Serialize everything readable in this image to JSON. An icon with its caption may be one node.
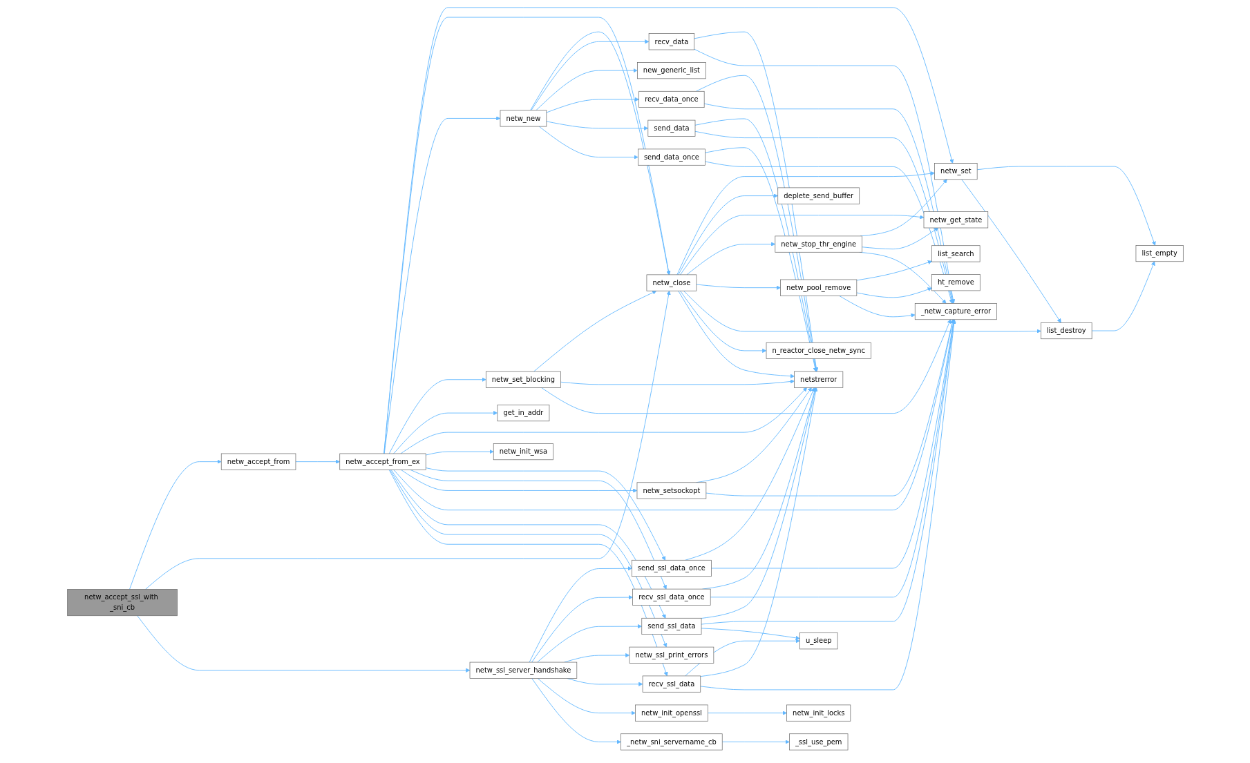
{
  "diagram": {
    "nodes": [
      {
        "text": [
          "netw_accept_ssl_with _sni_cb"
        ]
      },
      {
        "text": [
          "netw_accept_from"
        ]
      },
      {
        "text": [
          "netw_accept_from_ex"
        ]
      },
      {
        "text": [
          "netw_new"
        ]
      },
      {
        "text": [
          "netw_set_blocking"
        ]
      },
      {
        "text": [
          "get_in_addr"
        ]
      },
      {
        "text": [
          "netw_init_wsa"
        ]
      },
      {
        "text": [
          "netw_ssl_server_handshake"
        ]
      },
      {
        "text": [
          "netw_close"
        ]
      },
      {
        "text": [
          "recv_data"
        ]
      },
      {
        "text": [
          "new_generic_list"
        ]
      },
      {
        "text": [
          "recv_data_once"
        ]
      },
      {
        "text": [
          "send_data"
        ]
      },
      {
        "text": [
          "send_data_once"
        ]
      },
      {
        "text": [
          "send_ssl_data_once"
        ]
      },
      {
        "text": [
          "recv_ssl_data_once"
        ]
      },
      {
        "text": [
          "netw_setsockopt"
        ]
      },
      {
        "text": [
          "send_ssl_data"
        ]
      },
      {
        "text": [
          "netw_ssl_print_errors"
        ]
      },
      {
        "text": [
          "recv_ssl_data"
        ]
      },
      {
        "text": [
          "netw_init_openssl"
        ]
      },
      {
        "text": [
          "_netw_sni_servername_cb"
        ]
      },
      {
        "text": [
          "deplete_send_buffer"
        ]
      },
      {
        "text": [
          "netw_stop_thr_engine"
        ]
      },
      {
        "text": [
          "netw_pool_remove"
        ]
      },
      {
        "text": [
          "n_reactor_close_netw_sync"
        ]
      },
      {
        "text": [
          "netstrerror"
        ]
      },
      {
        "text": [
          "u_sleep"
        ]
      },
      {
        "text": [
          "netw_init_locks"
        ]
      },
      {
        "text": [
          "_ssl_use_pem"
        ]
      },
      {
        "text": [
          "netw_set"
        ]
      },
      {
        "text": [
          "netw_get_state"
        ]
      },
      {
        "text": [
          "list_search"
        ]
      },
      {
        "text": [
          "ht_remove"
        ]
      },
      {
        "text": [
          "_netw_capture_error"
        ]
      },
      {
        "text": [
          "list_destroy"
        ]
      },
      {
        "text": [
          "list_empty"
        ]
      }
    ],
    "edges": [
      {
        "from": 0,
        "to": 1,
        "arrow": "to"
      },
      {
        "from": 0,
        "to": 8,
        "arrow": "to"
      },
      {
        "from": 0,
        "to": 7,
        "arrow": "to"
      },
      {
        "from": 1,
        "to": 2,
        "arrow": "to"
      },
      {
        "from": 2,
        "to": 30,
        "arrow": "to"
      },
      {
        "from": 2,
        "to": 8,
        "arrow": "to"
      },
      {
        "from": 2,
        "to": 3,
        "arrow": "to"
      },
      {
        "from": 2,
        "to": 4,
        "arrow": "to"
      },
      {
        "from": 2,
        "to": 5,
        "arrow": "to"
      },
      {
        "from": 2,
        "to": 26,
        "arrow": "to"
      },
      {
        "from": 2,
        "to": 6,
        "arrow": "to"
      },
      {
        "from": 2,
        "to": 14,
        "arrow": "to"
      },
      {
        "from": 2,
        "to": 15,
        "arrow": "to"
      },
      {
        "from": 2,
        "to": 16,
        "arrow": "to"
      },
      {
        "from": 2,
        "to": 34,
        "arrow": "to"
      },
      {
        "from": 2,
        "to": 17,
        "arrow": "to"
      },
      {
        "from": 2,
        "to": 18,
        "arrow": "to"
      },
      {
        "from": 2,
        "to": 19,
        "arrow": "to"
      },
      {
        "from": 3,
        "to": 8,
        "arrow": "to"
      },
      {
        "from": 3,
        "to": 9,
        "arrow": "to"
      },
      {
        "from": 3,
        "to": 10,
        "arrow": "to"
      },
      {
        "from": 3,
        "to": 11,
        "arrow": "to"
      },
      {
        "from": 3,
        "to": 12,
        "arrow": "to"
      },
      {
        "from": 3,
        "to": 13,
        "arrow": "to"
      },
      {
        "from": 4,
        "to": 8,
        "arrow": "to"
      },
      {
        "from": 4,
        "to": 26,
        "arrow": "to"
      },
      {
        "from": 4,
        "to": 34,
        "arrow": "to"
      },
      {
        "from": 7,
        "to": 14,
        "arrow": "to"
      },
      {
        "from": 7,
        "to": 15,
        "arrow": "to"
      },
      {
        "from": 7,
        "to": 17,
        "arrow": "to"
      },
      {
        "from": 7,
        "to": 18,
        "arrow": "to"
      },
      {
        "from": 7,
        "to": 19,
        "arrow": "to"
      },
      {
        "from": 7,
        "to": 20,
        "arrow": "to"
      },
      {
        "from": 7,
        "to": 21,
        "arrow": "to"
      },
      {
        "from": 8,
        "to": 30,
        "arrow": "to"
      },
      {
        "from": 8,
        "to": 22,
        "arrow": "to"
      },
      {
        "from": 8,
        "to": 31,
        "arrow": "to"
      },
      {
        "from": 8,
        "to": 23,
        "arrow": "to"
      },
      {
        "from": 8,
        "to": 24,
        "arrow": "to"
      },
      {
        "from": 8,
        "to": 35,
        "arrow": "to"
      },
      {
        "from": 8,
        "to": 25,
        "arrow": "to"
      },
      {
        "from": 8,
        "to": 26,
        "arrow": "to"
      },
      {
        "from": 9,
        "to": 26,
        "arrow": "to"
      },
      {
        "from": 9,
        "to": 34,
        "arrow": "to"
      },
      {
        "from": 11,
        "to": 26,
        "arrow": "to"
      },
      {
        "from": 11,
        "to": 34,
        "arrow": "to"
      },
      {
        "from": 12,
        "to": 26,
        "arrow": "to"
      },
      {
        "from": 12,
        "to": 34,
        "arrow": "to"
      },
      {
        "from": 13,
        "to": 26,
        "arrow": "to"
      },
      {
        "from": 13,
        "to": 34,
        "arrow": "to"
      },
      {
        "from": 14,
        "to": 26,
        "arrow": "to"
      },
      {
        "from": 14,
        "to": 34,
        "arrow": "to"
      },
      {
        "from": 15,
        "to": 26,
        "arrow": "to"
      },
      {
        "from": 15,
        "to": 34,
        "arrow": "to"
      },
      {
        "from": 16,
        "to": 26,
        "arrow": "to"
      },
      {
        "from": 16,
        "to": 34,
        "arrow": "to"
      },
      {
        "from": 17,
        "to": 26,
        "arrow": "to"
      },
      {
        "from": 17,
        "to": 34,
        "arrow": "to"
      },
      {
        "from": 17,
        "to": 27,
        "arrow": "to"
      },
      {
        "from": 19,
        "to": 27,
        "arrow": "to"
      },
      {
        "from": 19,
        "to": 26,
        "arrow": "to"
      },
      {
        "from": 19,
        "to": 34,
        "arrow": "to"
      },
      {
        "from": 20,
        "to": 28,
        "arrow": "to"
      },
      {
        "from": 21,
        "to": 29,
        "arrow": "to"
      },
      {
        "from": 23,
        "to": 30,
        "arrow": "to"
      },
      {
        "from": 23,
        "to": 31,
        "arrow": "to"
      },
      {
        "from": 23,
        "to": 34,
        "arrow": "to"
      },
      {
        "from": 24,
        "to": 32,
        "arrow": "to"
      },
      {
        "from": 24,
        "to": 33,
        "arrow": "to"
      },
      {
        "from": 24,
        "to": 34,
        "arrow": "to"
      },
      {
        "from": 30,
        "to": 36,
        "arrow": "to"
      },
      {
        "from": 30,
        "to": 35,
        "arrow": "to"
      },
      {
        "from": 35,
        "to": 36,
        "arrow": "to"
      }
    ]
  }
}
